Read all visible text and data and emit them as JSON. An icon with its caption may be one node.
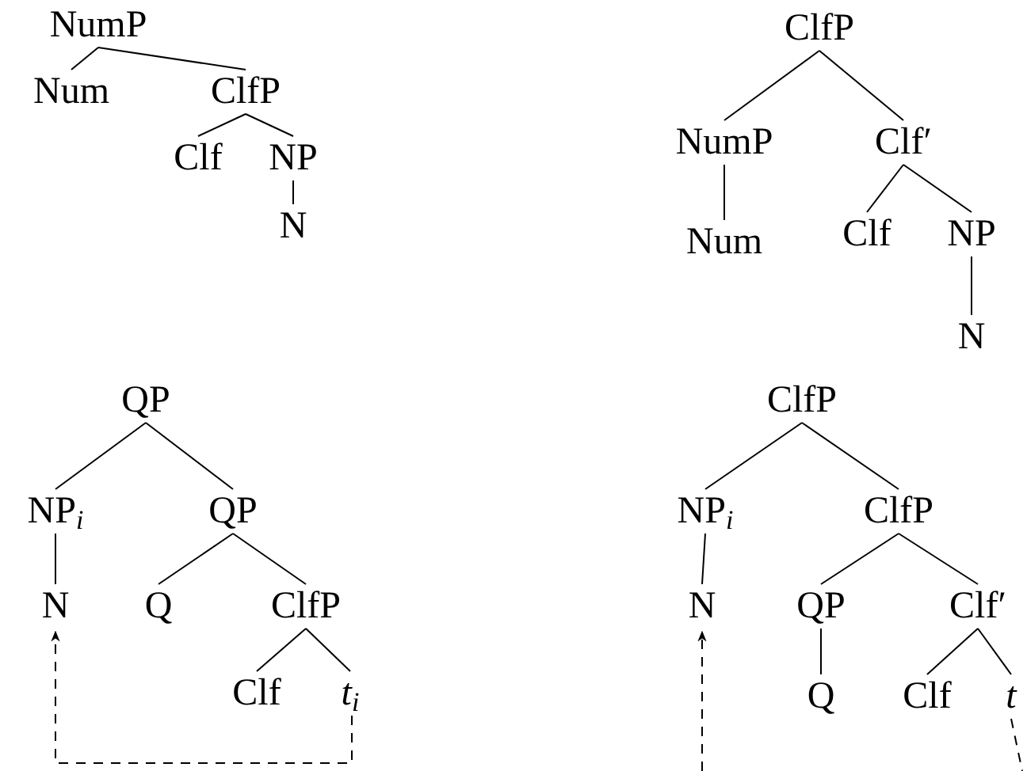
{
  "diagram": {
    "nodes": [
      {
        "text": [
          "NumP"
        ]
      },
      {
        "text": [
          "Num"
        ]
      },
      {
        "text": [
          "ClfP"
        ]
      },
      {
        "text": [
          "Clf"
        ]
      },
      {
        "text": [
          "NP"
        ]
      },
      {
        "text": [
          "N"
        ]
      },
      {
        "text": [
          "ClfP"
        ]
      },
      {
        "text": [
          "NumP"
        ]
      },
      {
        "text": [
          "Clf′"
        ]
      },
      {
        "text": [
          "Num"
        ]
      },
      {
        "text": [
          "Clf"
        ]
      },
      {
        "text": [
          "NP"
        ]
      },
      {
        "text": [
          "N"
        ]
      },
      {
        "text": [
          "QP"
        ]
      },
      {
        "text": [
          "NP$_{i}$"
        ]
      },
      {
        "text": [
          "QP"
        ]
      },
      {
        "text": [
          "N"
        ]
      },
      {
        "text": [
          "Q"
        ]
      },
      {
        "text": [
          "ClfP"
        ]
      },
      {
        "text": [
          "Clf"
        ]
      },
      {
        "text": [
          "*t*$_{i}$"
        ]
      },
      {
        "text": [
          "ClfP"
        ]
      },
      {
        "text": [
          "NP$_{i}$"
        ]
      },
      {
        "text": [
          "ClfP"
        ]
      },
      {
        "text": [
          "N"
        ]
      },
      {
        "text": [
          "QP"
        ]
      },
      {
        "text": [
          "Clf′"
        ]
      },
      {
        "text": [
          "Q"
        ]
      },
      {
        "text": [
          "Clf"
        ]
      },
      {
        "text": [
          "*t*"
        ]
      }
    ],
    "edges": [
      {
        "from": 0,
        "to": 1,
        "arrow": "none"
      },
      {
        "from": 0,
        "to": 2,
        "arrow": "none"
      },
      {
        "from": 2,
        "to": 3,
        "arrow": "none"
      },
      {
        "from": 2,
        "to": 4,
        "arrow": "none"
      },
      {
        "from": 4,
        "to": 5,
        "arrow": "none"
      },
      {
        "from": 6,
        "to": 7,
        "arrow": "none"
      },
      {
        "from": 6,
        "to": 8,
        "arrow": "none"
      },
      {
        "from": 7,
        "to": 9,
        "arrow": "none"
      },
      {
        "from": 8,
        "to": 10,
        "arrow": "none"
      },
      {
        "from": 8,
        "to": 11,
        "arrow": "none"
      },
      {
        "from": 11,
        "to": 12,
        "arrow": "none"
      },
      {
        "from": 13,
        "to": 14,
        "arrow": "none"
      },
      {
        "from": 13,
        "to": 15,
        "arrow": "none"
      },
      {
        "from": 14,
        "to": 16,
        "arrow": "none"
      },
      {
        "from": 15,
        "to": 17,
        "arrow": "none"
      },
      {
        "from": 15,
        "to": 18,
        "arrow": "none"
      },
      {
        "from": 18,
        "to": 19,
        "arrow": "none"
      },
      {
        "from": 18,
        "to": 20,
        "arrow": "none"
      },
      {
        "from": 20,
        "to": 16,
        "arrow": "to",
        "style": "dashed"
      },
      {
        "from": 21,
        "to": 22,
        "arrow": "none"
      },
      {
        "from": 21,
        "to": 23,
        "arrow": "none"
      },
      {
        "from": 22,
        "to": 24,
        "arrow": "none"
      },
      {
        "from": 23,
        "to": 25,
        "arrow": "none"
      },
      {
        "from": 23,
        "to": 26,
        "arrow": "none"
      },
      {
        "from": 25,
        "to": 27,
        "arrow": "none"
      },
      {
        "from": 26,
        "to": 28,
        "arrow": "none"
      },
      {
        "from": 26,
        "to": 29,
        "arrow": "none"
      },
      {
        "from": 29,
        "to": null,
        "arrow": "none",
        "style": "dashed"
      },
      {
        "from": null,
        "to": 24,
        "arrow": "to",
        "style": "dashed"
      }
    ]
  }
}
